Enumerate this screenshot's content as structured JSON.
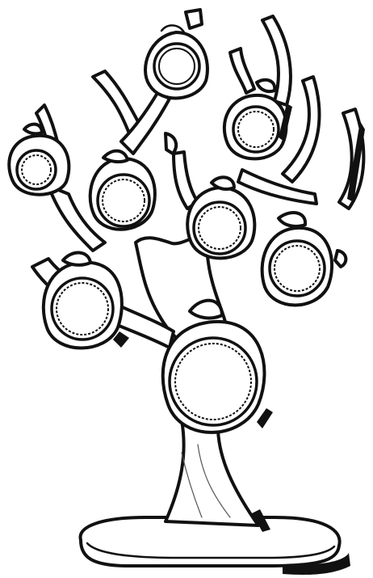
{
  "image": {
    "subject": "apple-tree-photo-frame",
    "colors": {
      "ink": "#111111",
      "paper": "#ffffff",
      "shade": "#3a3a3a"
    },
    "frames": [
      {
        "id": "top"
      },
      {
        "id": "upper-left"
      },
      {
        "id": "upper-right"
      },
      {
        "id": "middle-left"
      },
      {
        "id": "middle-center"
      },
      {
        "id": "middle-right"
      },
      {
        "id": "lower-left"
      },
      {
        "id": "bottom-large"
      }
    ]
  }
}
